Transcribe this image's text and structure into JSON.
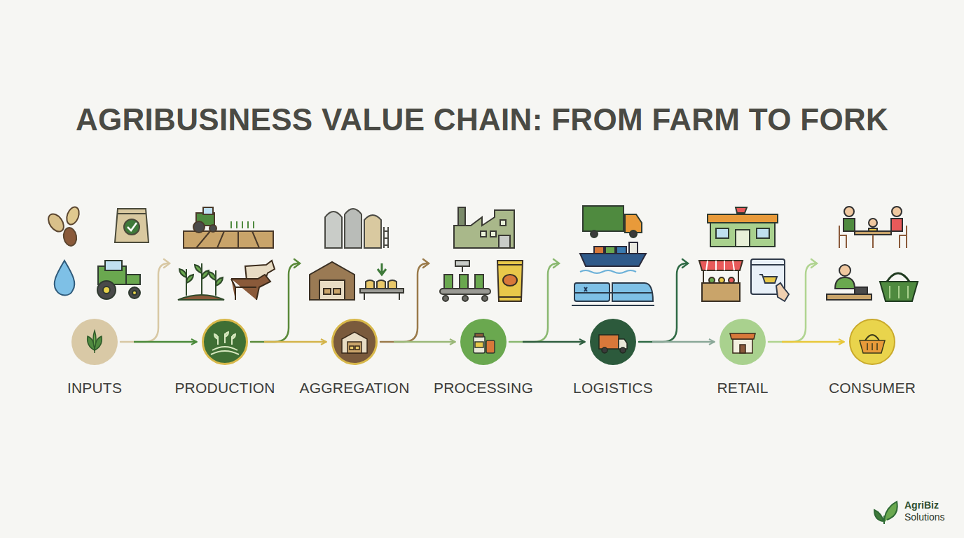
{
  "diagram": {
    "title": "AGRIBUSINESS VALUE CHAIN: FROM FARM TO FORK",
    "nodes": [
      {
        "text": [
          "INPUTS"
        ]
      },
      {
        "text": [
          "PRODUCTION"
        ]
      },
      {
        "text": [
          "AGGREGATION"
        ]
      },
      {
        "text": [
          "PROCESSING"
        ]
      },
      {
        "text": [
          "LOGISTICS"
        ]
      },
      {
        "text": [
          "RETAIL"
        ]
      },
      {
        "text": [
          "CONSUMER"
        ]
      }
    ],
    "edges": [
      {
        "from": 0,
        "to": 1,
        "arrow": "to"
      },
      {
        "from": 1,
        "to": 2,
        "arrow": "to"
      },
      {
        "from": 2,
        "to": 3,
        "arrow": "to"
      },
      {
        "from": 3,
        "to": 4,
        "arrow": "to"
      },
      {
        "from": 4,
        "to": 5,
        "arrow": "to"
      },
      {
        "from": 5,
        "to": 6,
        "arrow": "to"
      }
    ],
    "labels": [
      "AgriBiz",
      "Solutions"
    ]
  }
}
